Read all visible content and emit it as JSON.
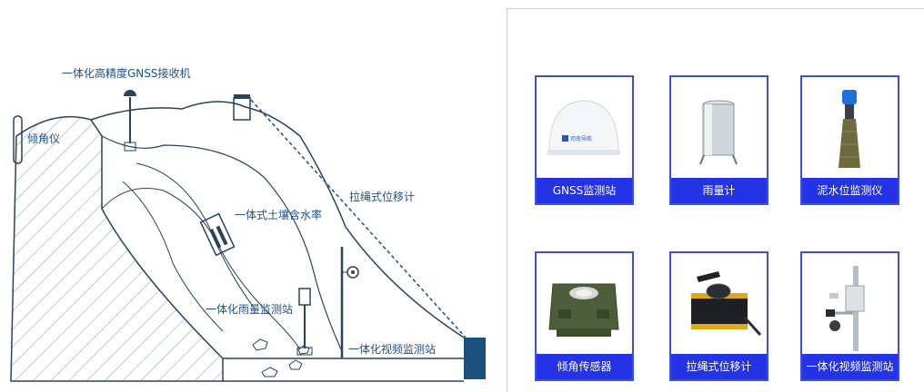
{
  "diagram": {
    "labels": {
      "gnss_receiver": "一体化高精度GNSS接收机",
      "inclinometer": "倾角仪",
      "draw_wire": "拉绳式位移计",
      "soil_moisture": "一体式土壤含水率",
      "rain_station": "一体化雨量监测站",
      "video_station": "一体化视频监测站"
    }
  },
  "products": [
    {
      "label": "GNSS监测站",
      "icon": "gnss-dome-icon",
      "brand": "司南导航"
    },
    {
      "label": "雨量计",
      "icon": "rain-gauge-icon"
    },
    {
      "label": "泥水位监测仪",
      "icon": "radar-level-icon"
    },
    {
      "label": "倾角传感器",
      "icon": "tilt-sensor-icon"
    },
    {
      "label": "拉绳式位移计",
      "icon": "draw-wire-icon"
    },
    {
      "label": "一体化视频监测站",
      "icon": "camera-pole-icon"
    }
  ],
  "colors": {
    "accent": "#2533e6",
    "line": "#1f4f86",
    "ground": "#1b4f7c"
  }
}
